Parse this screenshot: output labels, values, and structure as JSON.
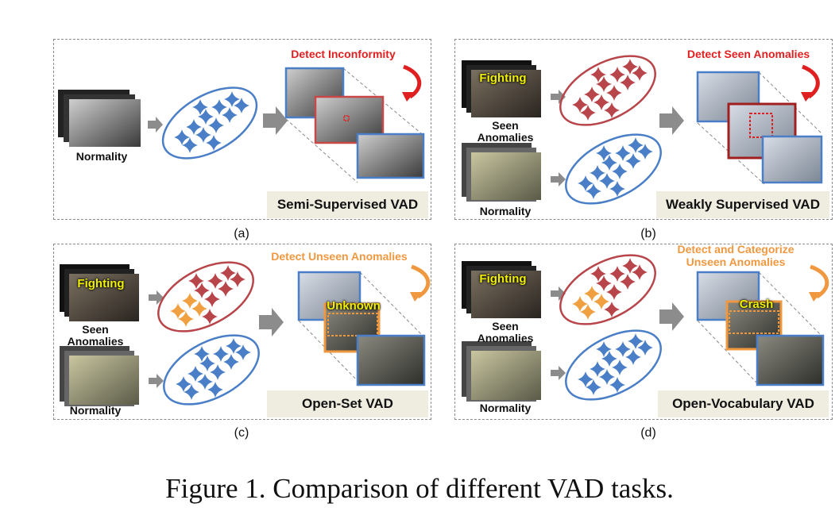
{
  "panels": {
    "a": {
      "sublabel": "(a)",
      "task": "Semi-Supervised VAD",
      "header": "Detect Inconformity",
      "normality_label": "Normality"
    },
    "b": {
      "sublabel": "(b)",
      "task": "Weakly Supervised VAD",
      "header": "Detect Seen Anomalies",
      "overlay": "Fighting",
      "seen_label": "Seen\nAnomalies",
      "normality_label": "Normality"
    },
    "c": {
      "sublabel": "(c)",
      "task": "Open-Set VAD",
      "header": "Detect Unseen Anomalies",
      "overlay": "Fighting",
      "frame_overlay": "Unknown",
      "seen_label": "Seen\nAnomalies",
      "normality_label": "Normality"
    },
    "d": {
      "sublabel": "(d)",
      "task": "Open-Vocabulary VAD",
      "header": "Detect and Categorize\nUnseen Anomalies",
      "overlay": "Fighting",
      "frame_overlay": "Crash",
      "seen_label": "Seen\nAnomalies",
      "normality_label": "Normality"
    }
  },
  "caption": "Figure 1. Comparison of different VAD tasks.",
  "colors": {
    "normal_star": "#4a7fc8",
    "anomaly_star": "#b8454a",
    "unseen_star": "#f0a040",
    "detect_red": "#e02020",
    "detect_orange": "#f09840",
    "panel_border": "#8a8a8a"
  }
}
